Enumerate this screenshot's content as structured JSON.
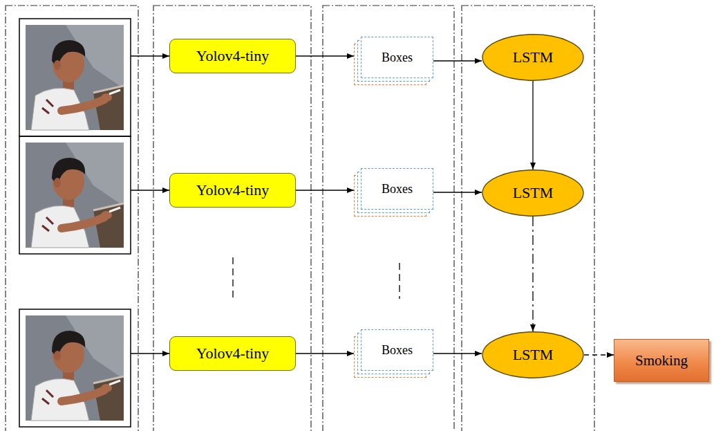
{
  "diagram": {
    "nodes": [
      {
        "text": [
          "Yolov4-tiny"
        ]
      },
      {
        "text": [
          "Boxes"
        ]
      },
      {
        "text": [
          "LSTM"
        ]
      },
      {
        "text": [
          "Yolov4-tiny"
        ]
      },
      {
        "text": [
          "Boxes"
        ]
      },
      {
        "text": [
          "LSTM"
        ]
      },
      {
        "text": [
          "Yolov4-tiny"
        ]
      },
      {
        "text": [
          "Boxes"
        ]
      },
      {
        "text": [
          "LSTM"
        ]
      },
      {
        "text": [
          "Smoking"
        ]
      }
    ],
    "edges": [
      {
        "from": 0,
        "to": 1,
        "arrow": "to"
      },
      {
        "from": 1,
        "to": 2,
        "arrow": "to"
      },
      {
        "from": 3,
        "to": 4,
        "arrow": "to"
      },
      {
        "from": 4,
        "to": 5,
        "arrow": "to"
      },
      {
        "from": 6,
        "to": 7,
        "arrow": "to"
      },
      {
        "from": 7,
        "to": 8,
        "arrow": "to"
      },
      {
        "from": 2,
        "to": 5,
        "arrow": "to"
      },
      {
        "from": 5,
        "to": 8,
        "arrow": "to"
      },
      {
        "from": 8,
        "to": 9,
        "arrow": "to"
      }
    ]
  }
}
